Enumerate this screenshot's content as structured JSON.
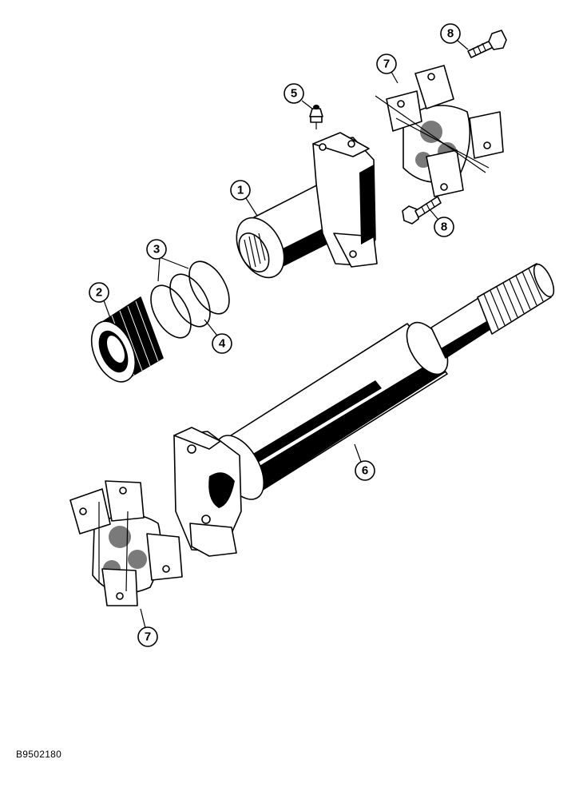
{
  "reference_code": "B9502180",
  "callouts": {
    "c1": "1",
    "c2": "2",
    "c3": "3",
    "c4": "4",
    "c5": "5",
    "c6": "6",
    "c7_top": "7",
    "c7_bottom": "7",
    "c8_top": "8",
    "c8_bottom": "8"
  },
  "colors": {
    "ink": "#000000",
    "paper": "#ffffff"
  }
}
